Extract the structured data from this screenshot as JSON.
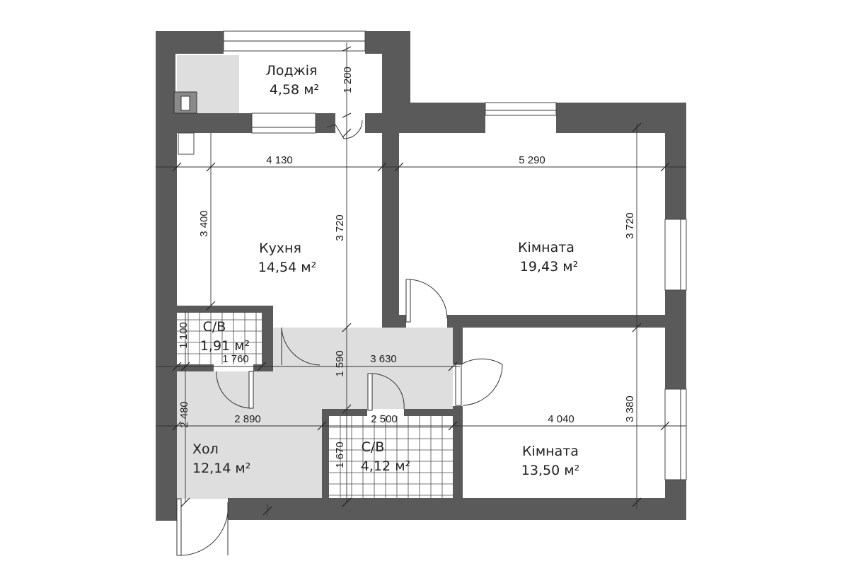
{
  "rooms": {
    "loggia": {
      "name": "Лоджія",
      "area": "4,58 м²"
    },
    "kitchen": {
      "name": "Кухня",
      "area": "14,54 м²"
    },
    "room1": {
      "name": "Кімната",
      "area": "19,43 м²"
    },
    "wc1": {
      "name": "С/В",
      "area": "1,91 м²"
    },
    "hall": {
      "name": "Хол",
      "area": "12,14 м²"
    },
    "wc2": {
      "name": "С/В",
      "area": "4,12 м²"
    },
    "room2": {
      "name": "Кімната",
      "area": "13,50 м²"
    }
  },
  "dimensions": {
    "loggia_depth": "1 200",
    "kitchen_width": "4 130",
    "room1_width": "5 290",
    "kitchen_height_left": "3 400",
    "kitchen_height_right": "3 720",
    "room1_height": "3 720",
    "wc1_height": "1 100",
    "wc1_width": "1 760",
    "corridor_height": "1 590",
    "corridor_width": "3 630",
    "hall_height": "2 480",
    "hall_width": "2 890",
    "wc2_width": "2 500",
    "wc2_height": "1 670",
    "room2_width": "4 040",
    "room2_height": "3 380"
  },
  "colors": {
    "wall": "#5a5a5a",
    "floor_highlight": "#dedede",
    "background": "#ffffff"
  }
}
